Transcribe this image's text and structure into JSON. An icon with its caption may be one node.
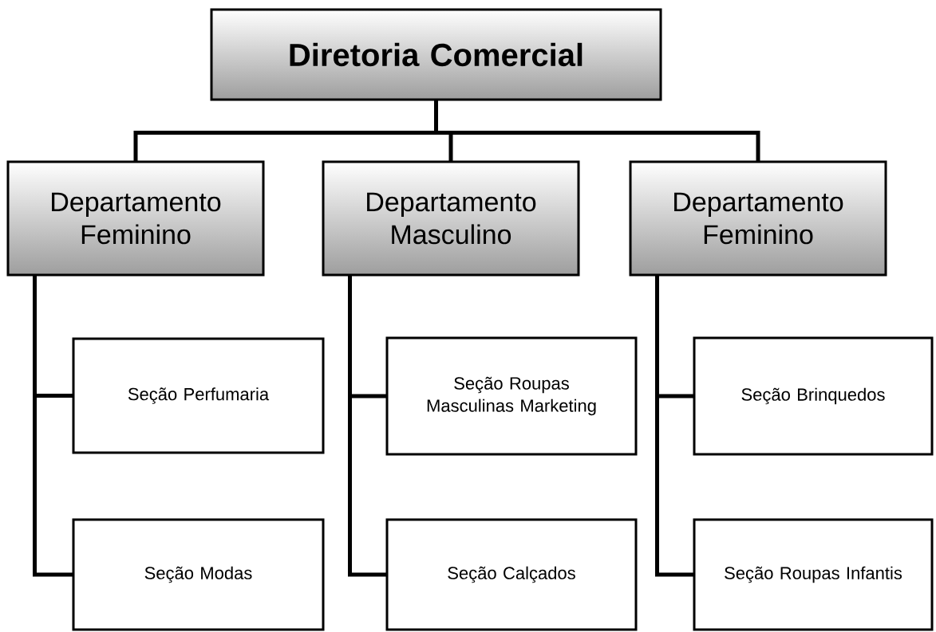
{
  "diagram": {
    "nodes": [
      {
        "text": [
          "Diretoria Comercial"
        ]
      },
      {
        "text": [
          "Departamento Feminino"
        ]
      },
      {
        "text": [
          "Departamento Masculino"
        ]
      },
      {
        "text": [
          "Departamento Feminino"
        ]
      },
      {
        "text": [
          "Seção Perfumaria"
        ]
      },
      {
        "text": [
          "Seção Roupas Masculinas Marketing"
        ]
      },
      {
        "text": [
          "Seção Brinquedos"
        ]
      },
      {
        "text": [
          "Seção Modas"
        ]
      },
      {
        "text": [
          "Seção Calçados"
        ]
      },
      {
        "text": [
          "Seção Roupas Infantis"
        ]
      }
    ],
    "edges": [
      {
        "from": 0,
        "to": 1,
        "arrow": "none"
      },
      {
        "from": 0,
        "to": 2,
        "arrow": "none"
      },
      {
        "from": 0,
        "to": 3,
        "arrow": "none"
      },
      {
        "from": 1,
        "to": 4,
        "arrow": "none"
      },
      {
        "from": 1,
        "to": 7,
        "arrow": "none"
      },
      {
        "from": 2,
        "to": 5,
        "arrow": "none"
      },
      {
        "from": 2,
        "to": 8,
        "arrow": "none"
      },
      {
        "from": 3,
        "to": 6,
        "arrow": "none"
      },
      {
        "from": 3,
        "to": 9,
        "arrow": "none"
      }
    ]
  }
}
